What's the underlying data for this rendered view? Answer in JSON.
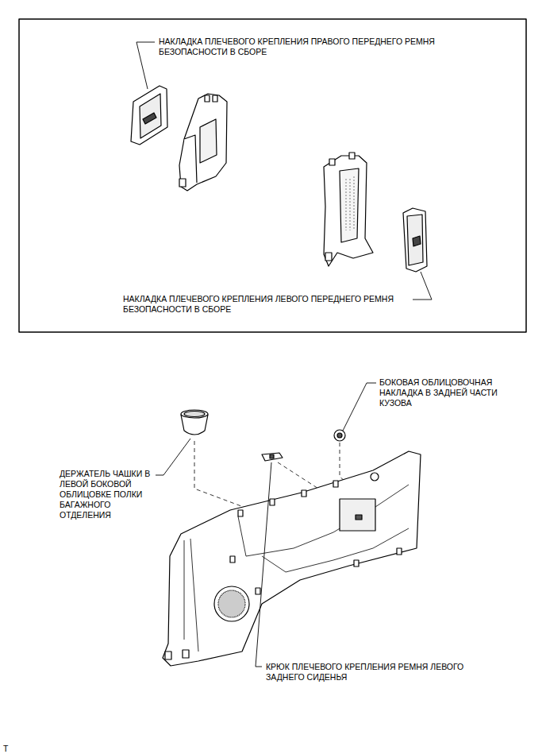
{
  "diagram": {
    "labels": [
      "НАКЛАДКА ПЛЕЧЕВОГО КРЕПЛЕНИЯ ПРАВОГО ПЕРЕДНЕГО РЕМНЯ БЕЗОПАСНОСТИ В СБОРЕ",
      "НАКЛАДКА ПЛЕЧЕВОГО КРЕПЛЕНИЯ ЛЕВОГО ПЕРЕДНЕГО РЕМНЯ БЕЗОПАСНОСТИ В СБОРЕ",
      "БОКОВАЯ ОБЛИЦОВОЧНАЯ НАКЛАДКА В ЗАДНЕЙ ЧАСТИ КУЗОВА",
      "ДЕРЖАТЕЛЬ ЧАШКИ В ЛЕВОЙ БОКОВОЙ ОБЛИЦОВКЕ ПОЛКИ БАГАЖНОГО ОТДЕЛЕНИЯ",
      "КРЮК ПЛЕЧЕВОГО КРЕПЛЕНИЯ РЕМНЯ ЛЕВОГО ЗАДНЕГО СИДЕНЬЯ",
      "T"
    ]
  }
}
